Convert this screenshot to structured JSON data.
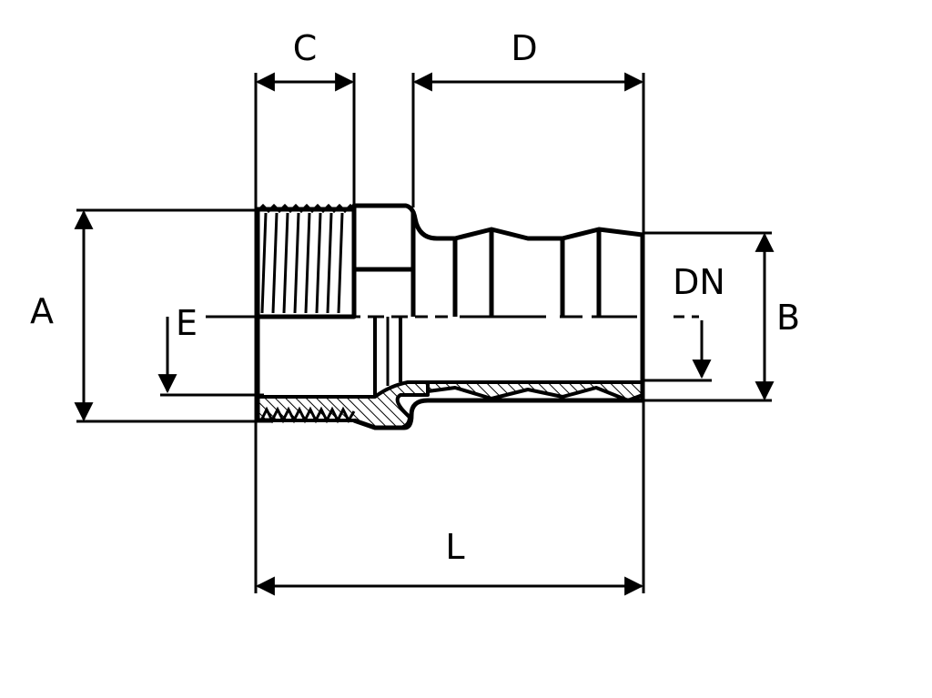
{
  "labels": {
    "A": "A",
    "B": "B",
    "C": "C",
    "D": "D",
    "E": "E",
    "DN": "DN",
    "L": "L"
  },
  "colors": {
    "stroke": "#000000",
    "background": "#ffffff"
  }
}
